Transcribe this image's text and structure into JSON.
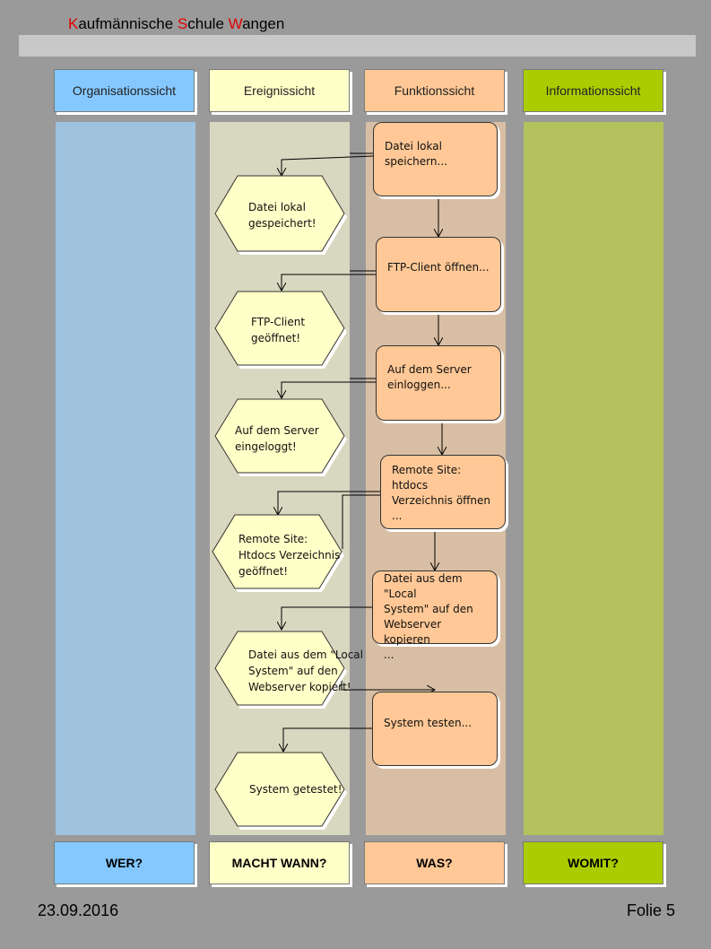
{
  "header": {
    "school_k": "K",
    "school_part1": "aufmännische ",
    "school_s": "S",
    "school_part2": "chule ",
    "school_w": "W",
    "school_part3": "angen"
  },
  "columns": [
    {
      "header": "Organisationssicht",
      "footer": "WER?"
    },
    {
      "header": "Ereignissicht",
      "footer": "MACHT WANN?"
    },
    {
      "header": "Funktionssicht",
      "footer": "WAS?"
    },
    {
      "header": "Informationssicht",
      "footer": "WOMIT?"
    }
  ],
  "functions": [
    "Datei lokal\nspeichern...",
    "FTP-Client öffnen...",
    "Auf dem Server\neinloggen...",
    "Remote Site: htdocs\n Verzeichnis öffnen\n...",
    "Datei aus dem \"Local\n System\" auf den\nWebserver kopieren\n...",
    "System testen..."
  ],
  "events": [
    "Datei lokal\ngespeichert!",
    "FTP-Client\n geöffnet!",
    "Auf dem Server\n eingeloggt!",
    "Remote Site:\n Htdocs Verzeichnis\n geöffnet!",
    "Datei aus dem \"Local\n System\" auf den\n Webserver kopiert!",
    "System getestet!"
  ],
  "colors": {
    "org": "#9fc2de",
    "org_header": "#85c8ff",
    "event": "#d8d8c0",
    "event_header": "#ffffc8",
    "func": "#d8bea4",
    "func_header": "#ffc896",
    "info": "#b3c25c",
    "info_header": "#aacc00"
  },
  "footer": {
    "date": "23.09.2016",
    "slide": "Folie 5"
  }
}
